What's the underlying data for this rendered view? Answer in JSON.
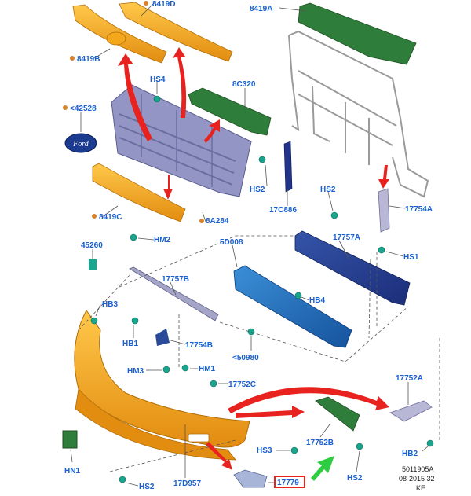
{
  "labels": {
    "l8419D": "8419D",
    "l8419A": "8419A",
    "l8419B": "8419B",
    "lHS4": "HS4",
    "l8C320": "8C320",
    "l42528": "<42528",
    "lHS2a": "HS2",
    "l17C886": "17C886",
    "lHS2b": "HS2",
    "l17754A": "17754A",
    "l8419C": "8419C",
    "l8A284": "8A284",
    "lHS1": "HS1",
    "l45260": "45260",
    "lHM2": "HM2",
    "l5D008": "5D008",
    "l17757A": "17757A",
    "l17757B": "17757B",
    "lHB3": "HB3",
    "lHB4": "HB4",
    "lHB1": "HB1",
    "l17754B": "17754B",
    "l50980": "<50980",
    "lHM3": "HM3",
    "lHM1": "HM1",
    "l17752C": "17752C",
    "l17752A": "17752A",
    "l17752B": "17752B",
    "lHN1": "HN1",
    "lHS3": "HS3",
    "lHB2": "HB2",
    "lHS2c": "HS2",
    "l17D957": "17D957",
    "lHS2d": "HS2",
    "l17779": "17779"
  },
  "footer": {
    "code": "5011905A",
    "date": "08-2015 32",
    "initials": "KE"
  },
  "emblem_text": "Ford",
  "colors": {
    "label_blue": "#1a5fd0",
    "bumper_orange": "#f5a71c",
    "grille_purple": "#8c8fbf",
    "green_part": "#2f7d3a",
    "blue_beam": "#1c62b4",
    "red_arrow": "#e8231f",
    "highlight_box": "#e8231f",
    "green_arrow": "#2ecc40",
    "fastener_teal": "#1aa58f",
    "ref_dot_orange": "#d9822b"
  }
}
